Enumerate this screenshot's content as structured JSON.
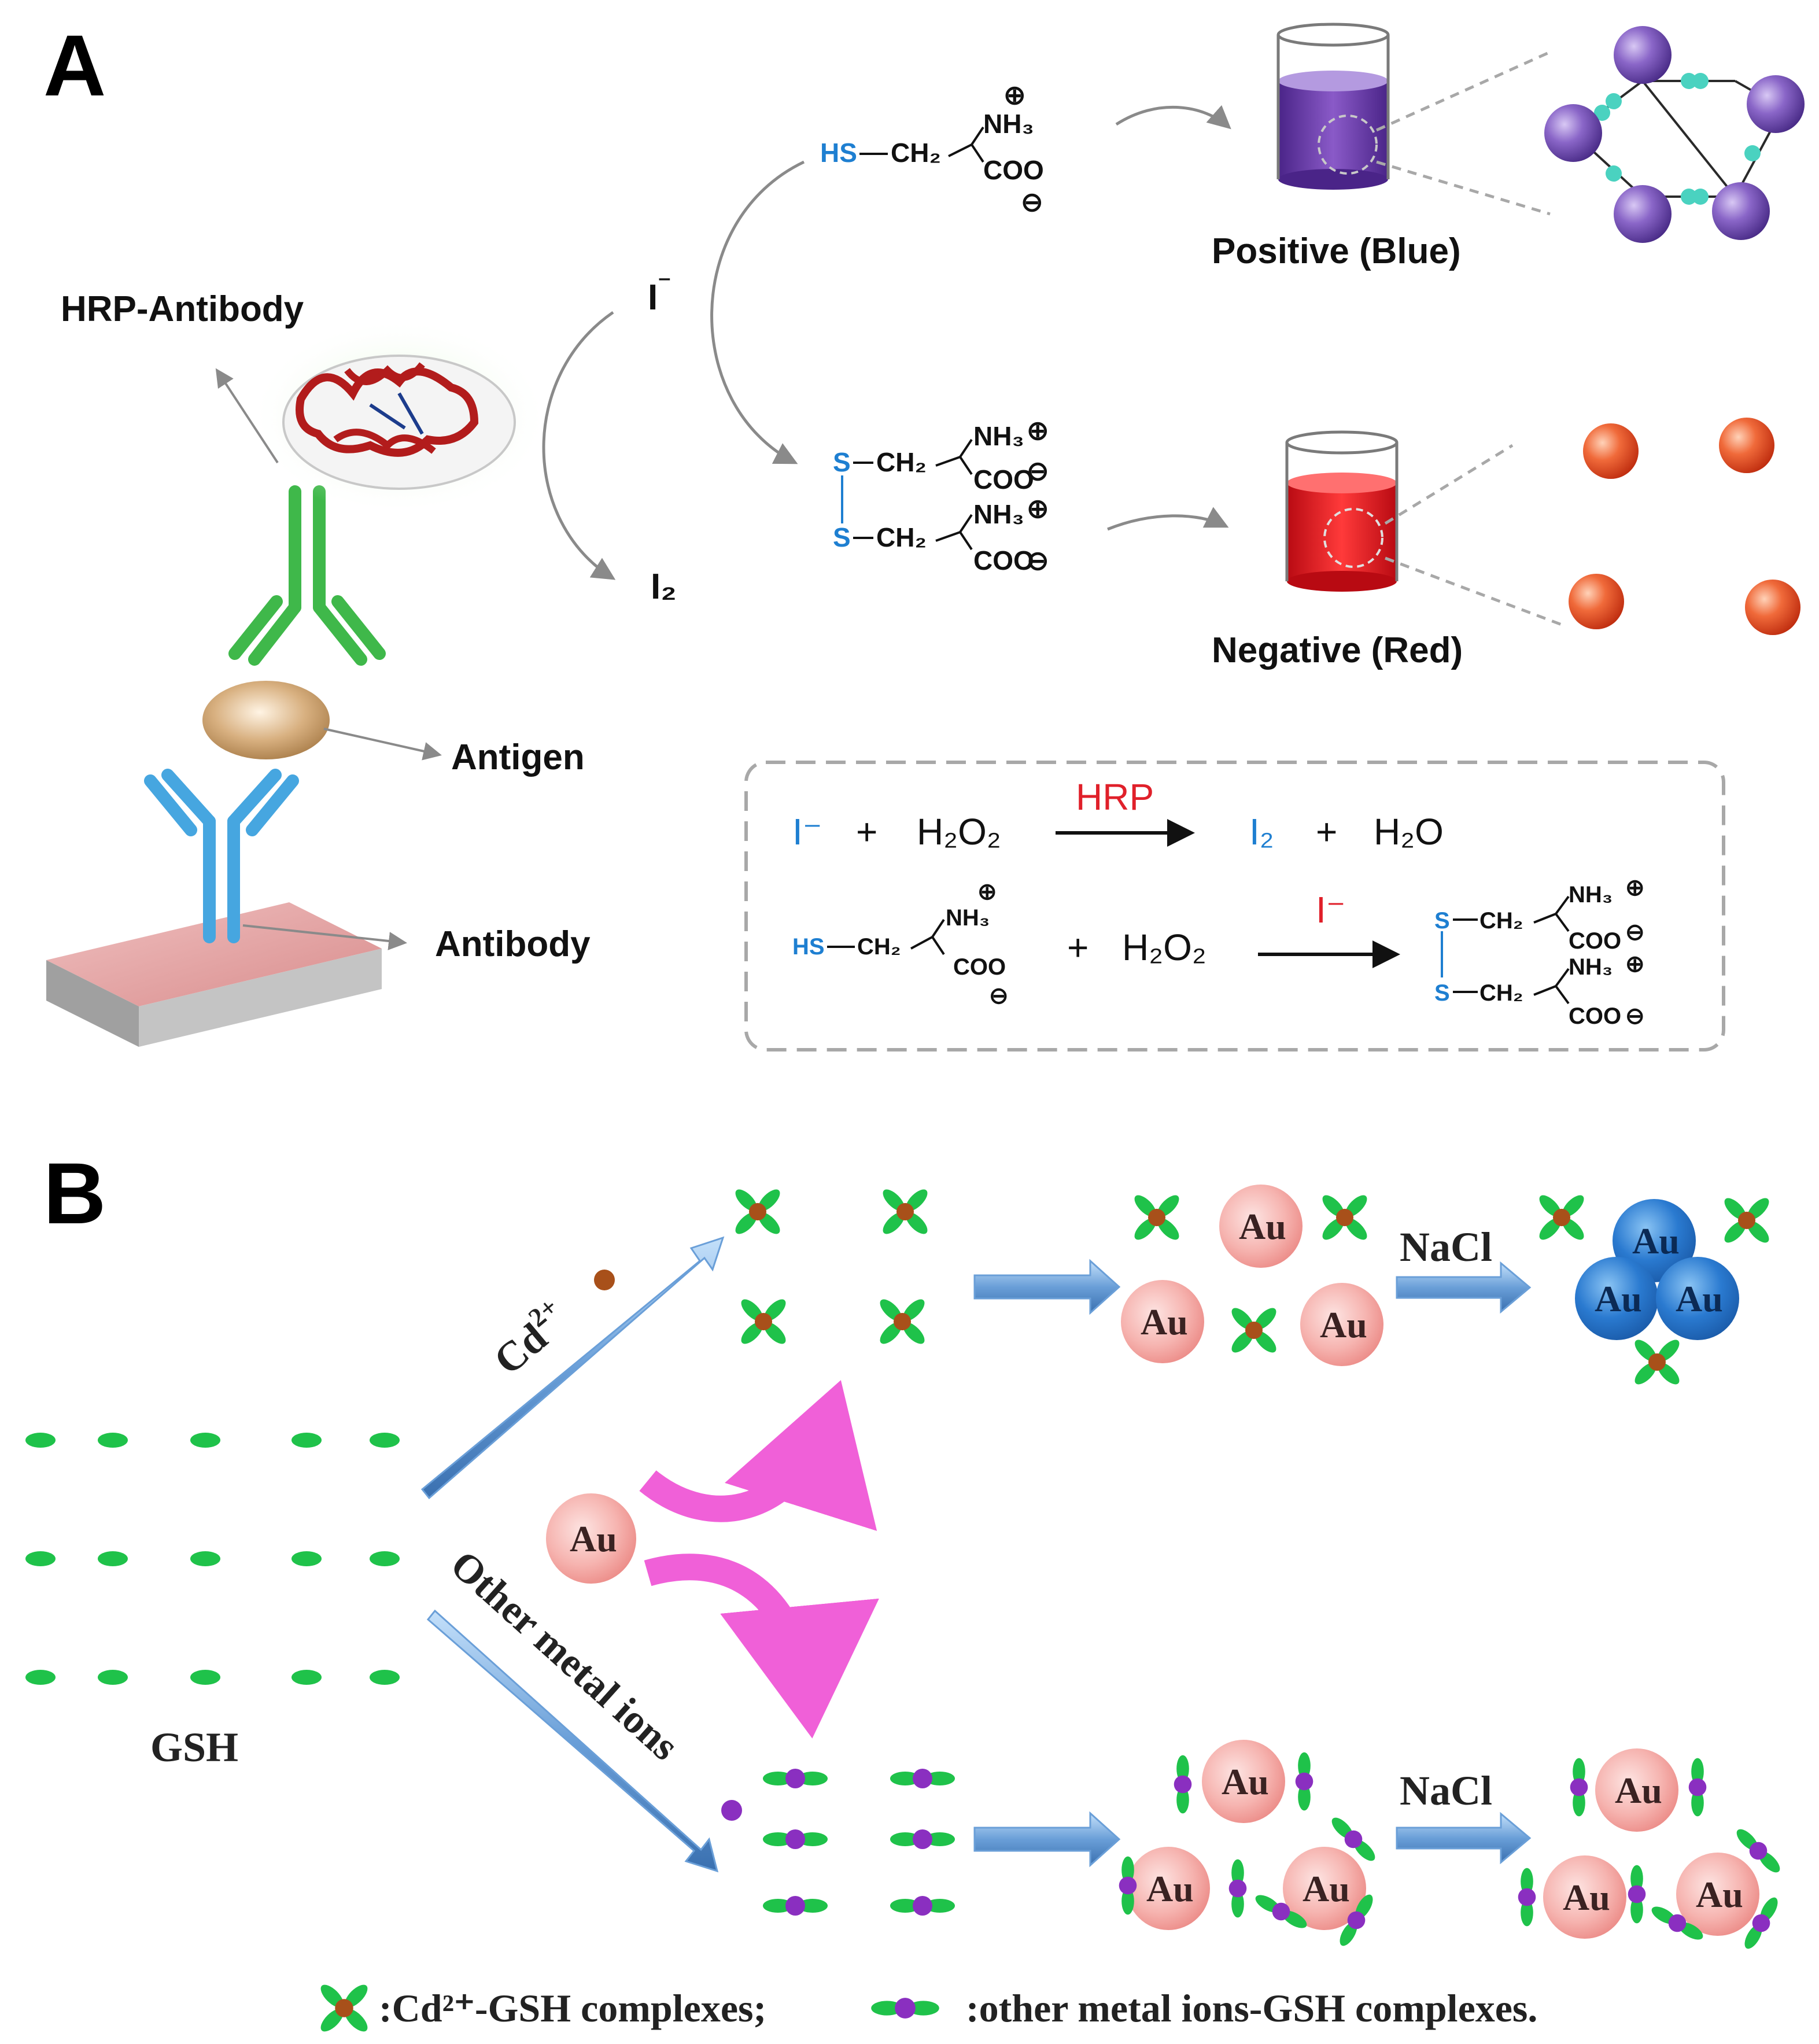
{
  "panelA": {
    "letter": "A",
    "hrp_antibody": "HRP-Antibody",
    "antigen": "Antigen",
    "antibody": "Antibody",
    "iodide": "I",
    "iodide_charge": "⁻",
    "iodine": "I₂",
    "positive": "Positive (Blue)",
    "negative": "Negative (Red)",
    "cysteine": {
      "hs": "HS",
      "ch2": "CH₂",
      "nh3": "NH₃",
      "coo": "COO",
      "plus": "⊕",
      "minus": "⊖"
    },
    "cystine": {
      "s": "S",
      "ch2": "CH₂",
      "nh3": "NH₃",
      "coo": "COO",
      "plus": "⊕",
      "minus": "⊖"
    },
    "reactions": {
      "r1_iodide": "I⁻",
      "r1_plus": "+",
      "r1_h2o2": "H₂O₂",
      "r1_catalyst": "HRP",
      "r1_i2": "I₂",
      "r1_plus2": "+",
      "r1_h2o": "H₂O",
      "r2_plus": "+",
      "r2_h2o2": "H₂O₂",
      "r2_catalyst": "I⁻"
    },
    "colors": {
      "blue_solution": "#6a3fa0",
      "red_solution": "#e8141e",
      "purple_particle": "#8a66c8",
      "orange_particle": "#f06a3a",
      "antibody_green": "#3fb84a",
      "antibody_blue": "#46a6e0",
      "antigen": "#c8a068"
    }
  },
  "panelB": {
    "letter": "B",
    "cd_label": "Cd",
    "cd_charge": "2+",
    "other_label": "Other metal ions",
    "gsh": "GSH",
    "au": "Au",
    "nacl": "NaCl",
    "legend_cd": ":Cd²⁺-GSH complexes;",
    "legend_other": ":other metal ions-GSH complexes.",
    "colors": {
      "gsh_green": "#1fc24a",
      "cd_brown": "#a8501a",
      "metal_purple": "#8a2fc0",
      "au_pink": "#f6b4b0",
      "au_blue": "#2a7ad0",
      "arrow_blue": "#7aaee0",
      "curve_pink": "#f060d8"
    }
  }
}
